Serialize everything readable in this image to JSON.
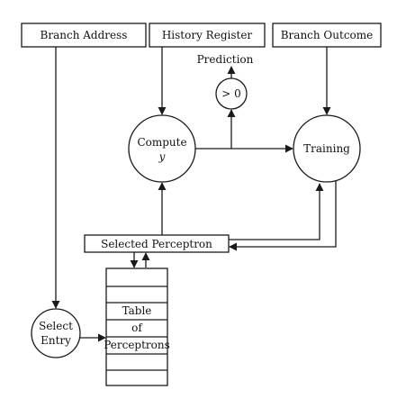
{
  "diagram": {
    "nodes": {
      "branch_address": "Branch Address",
      "history_register": "History Register",
      "branch_outcome": "Branch Outcome",
      "prediction": "Prediction",
      "threshold": "> 0",
      "compute_line1": "Compute",
      "compute_line2": "y",
      "training": "Training",
      "selected_perceptron": "Selected Perceptron",
      "select_entry_line1": "Select",
      "select_entry_line2": "Entry",
      "table_line1": "Table",
      "table_line2": "of",
      "table_line3": "Perceptrons"
    },
    "colors": {
      "stroke": "#1a1a1a",
      "text": "#111111",
      "background": "#ffffff"
    }
  }
}
